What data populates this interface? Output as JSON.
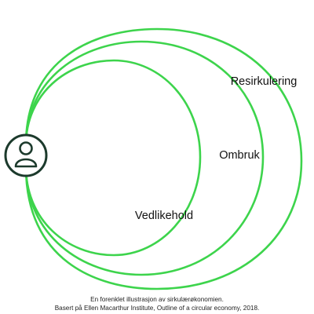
{
  "diagram": {
    "loops": [
      {
        "id": "resirkulering",
        "label": "Resirkulering"
      },
      {
        "id": "ombruk",
        "label": "Ombruk"
      },
      {
        "id": "vedlikehold",
        "label": "Vedlikehold"
      }
    ],
    "center_icon": "person-icon",
    "colors": {
      "loop_stroke": "#3dd44c",
      "icon_stroke": "#1c3a2c",
      "text": "#111111"
    }
  },
  "caption": {
    "line1": "En forenklet illustrasjon av sirkulærøkonomien.",
    "line2": "Basert på Ellen Macarthur Institute, Outline of a circular economy, 2018."
  }
}
